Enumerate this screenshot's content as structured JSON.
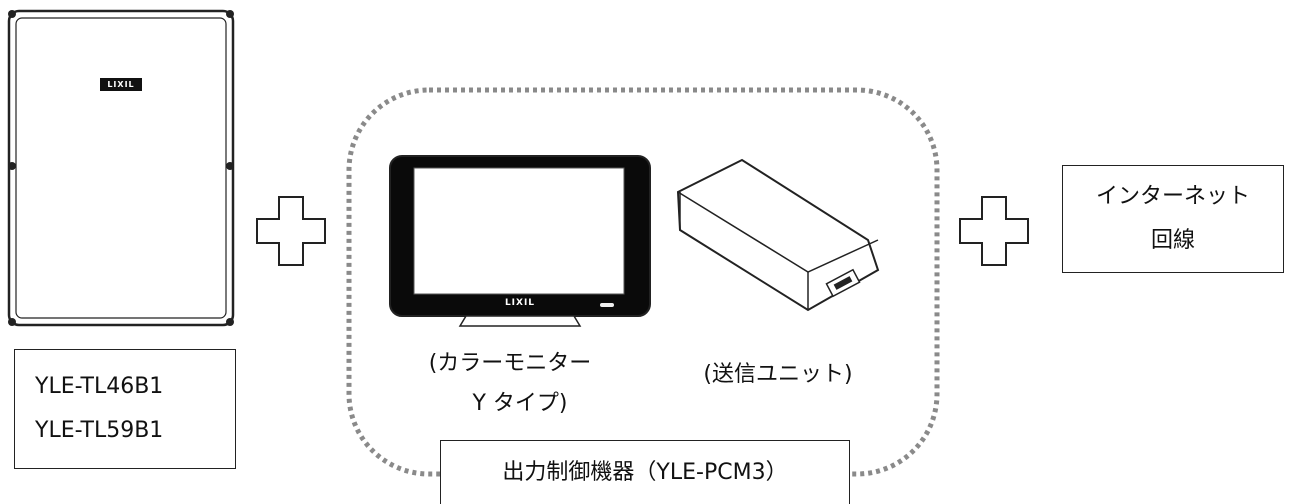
{
  "equipment": {
    "logo": "LIXIL",
    "models": [
      "YLE-TL46B1",
      "YLE-TL59B1"
    ]
  },
  "controller": {
    "monitor": {
      "logo": "LIXIL",
      "caption_line1": "(カラーモニター",
      "caption_line2": "Y タイプ)"
    },
    "transmitter": {
      "caption": "(送信ユニット)"
    },
    "group_label": "出力制御機器（YLE-PCM3）"
  },
  "internet": {
    "line1": "インターネット",
    "line2": "回線"
  },
  "colors": {
    "outline": "#222222",
    "dotted": "#8a8a8a",
    "screen": "#000000"
  }
}
